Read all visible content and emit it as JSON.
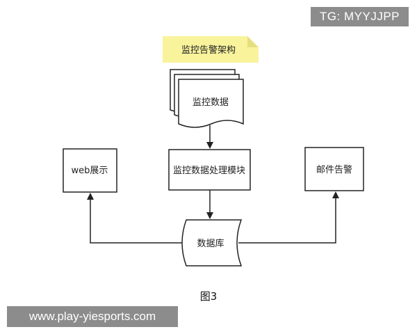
{
  "watermarks": {
    "top": "TG: MYYJJPP",
    "bottom": "www.play-yiesports.com"
  },
  "diagram": {
    "title_note": "监控告警架构",
    "nodes": {
      "monitor_data": "监控数据",
      "processing_module": "监控数据处理模块",
      "web_display": "web展示",
      "email_alert": "邮件告警",
      "database": "数据库"
    },
    "caption": "图3"
  },
  "colors": {
    "note_fill": "#f9f39c",
    "note_fold": "#e6df80",
    "stroke": "#222222",
    "watermark_bg": "#8c8c8c"
  }
}
